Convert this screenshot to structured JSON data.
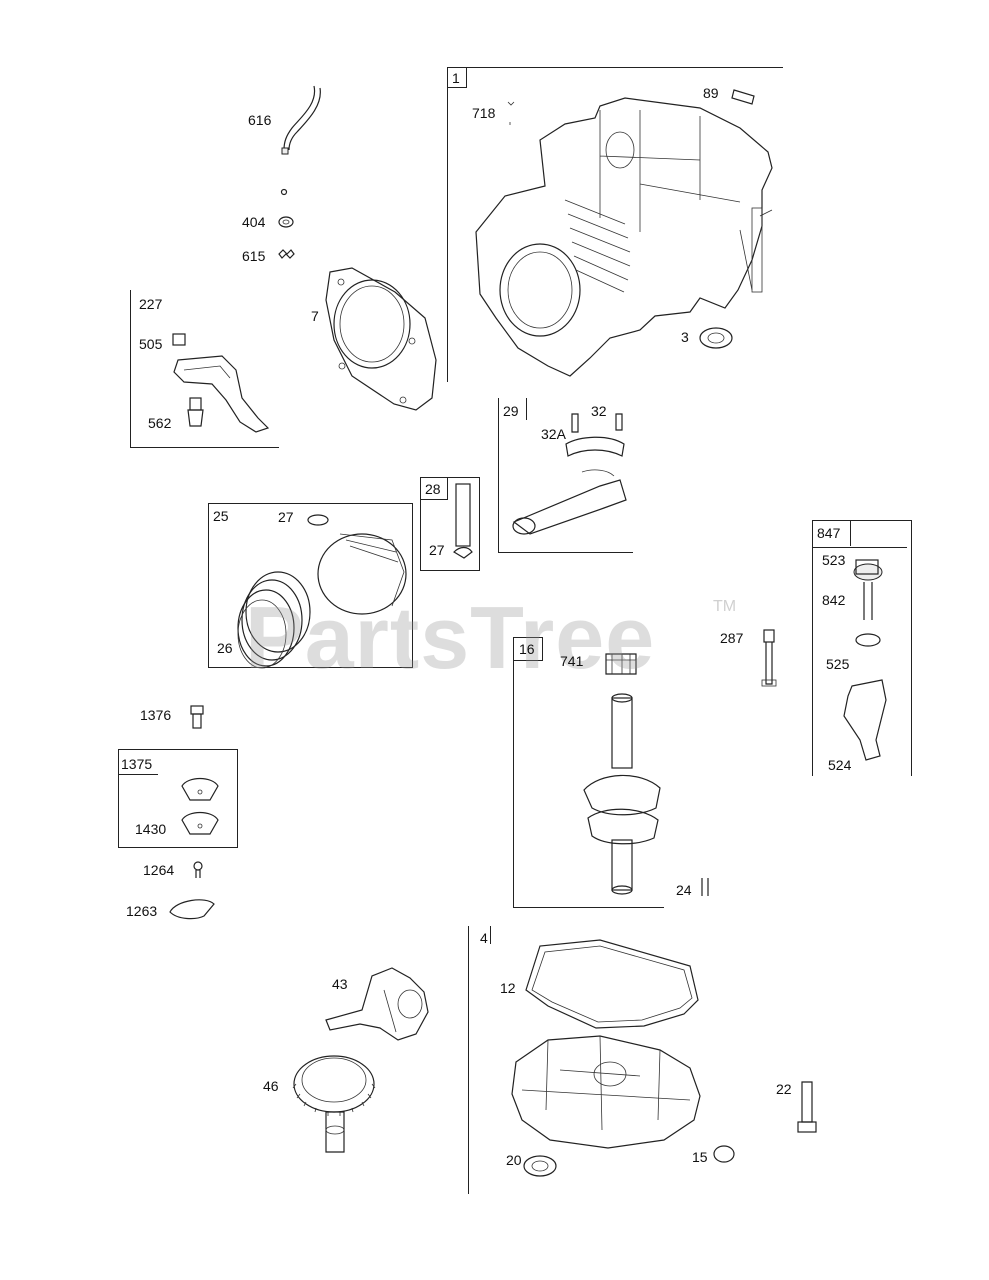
{
  "watermark": {
    "text": "PartsTree",
    "trademark": "TM"
  },
  "callouts": {
    "c616": "616",
    "c404": "404",
    "c615": "615",
    "c7": "7",
    "c227": "227",
    "c505": "505",
    "c562": "562",
    "c1": "1",
    "c718": "718",
    "c89": "89",
    "c3": "3",
    "c29": "29",
    "c32": "32",
    "c32a": "32A",
    "c28": "28",
    "c27b": "27",
    "c25": "25",
    "c27a": "27",
    "c26": "26",
    "c847": "847",
    "c523": "523",
    "c842": "842",
    "c525": "525",
    "c524": "524",
    "c287": "287",
    "c16": "16",
    "c741": "741",
    "c24": "24",
    "c1376": "1376",
    "c1375": "1375",
    "c1430": "1430",
    "c1264": "1264",
    "c1263": "1263",
    "c4": "4",
    "c12": "12",
    "c22": "22",
    "c20": "20",
    "c15": "15",
    "c43": "43",
    "c46": "46"
  }
}
